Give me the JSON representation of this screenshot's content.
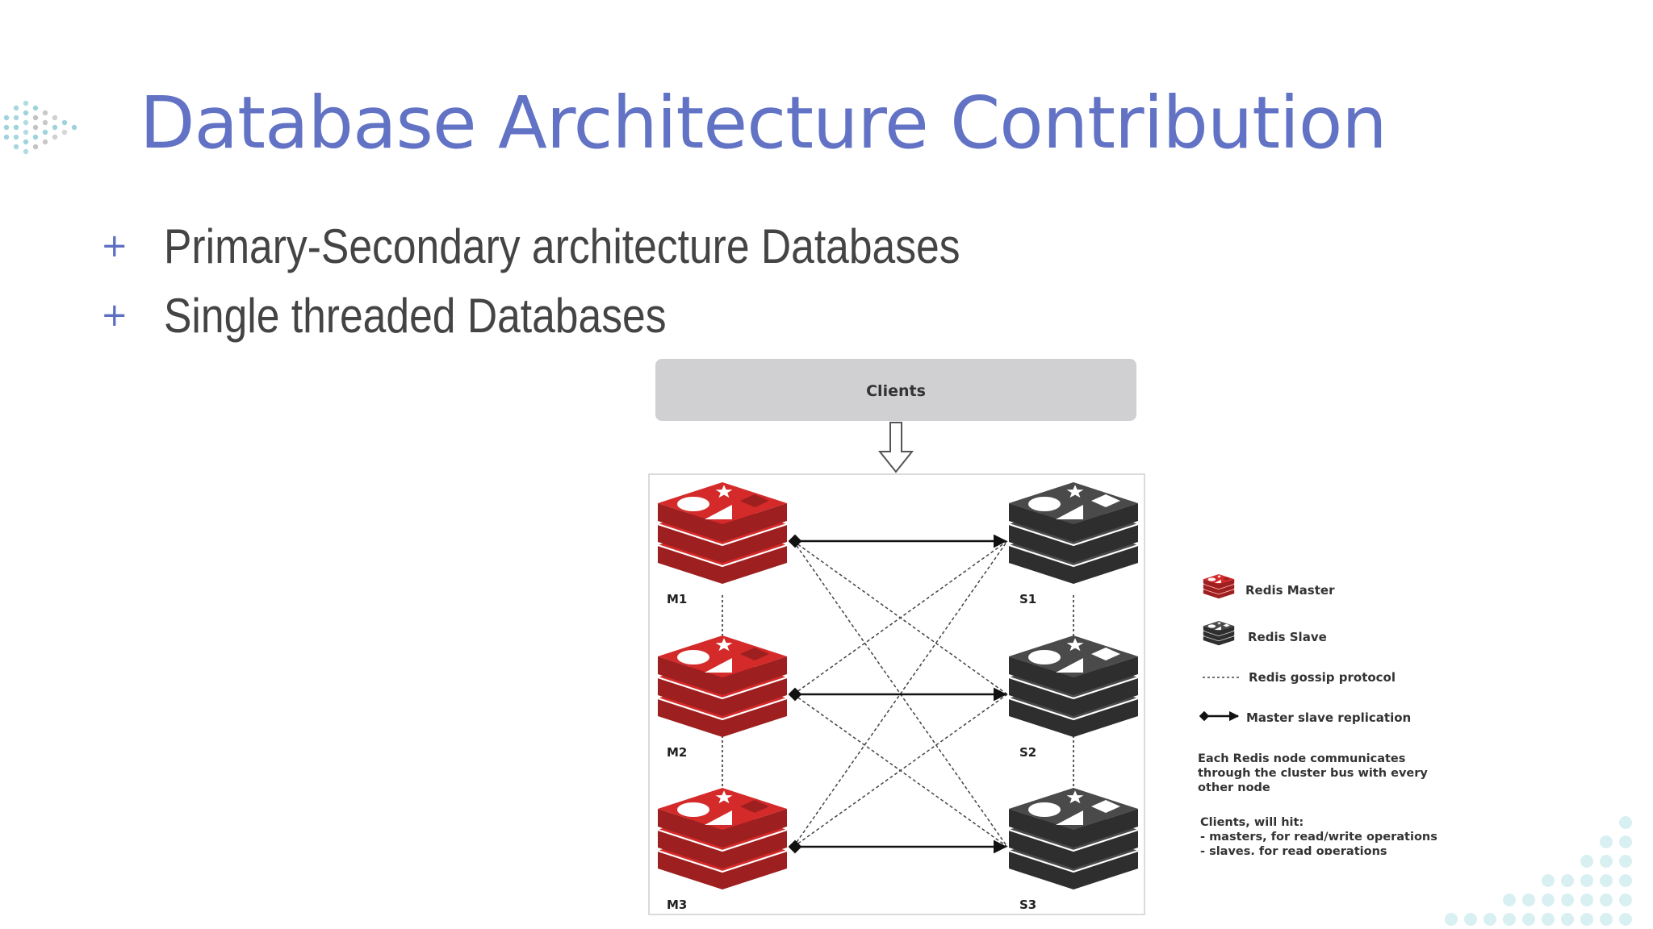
{
  "slide": {
    "title": "Database Architecture Contribution",
    "bullets": [
      {
        "marker": "+",
        "text": "Primary-Secondary architecture Databases"
      },
      {
        "marker": "+",
        "text": "Single threaded Databases"
      }
    ]
  },
  "diagram": {
    "clients_label": "Clients",
    "masters": [
      {
        "id": "m1",
        "label": "M1"
      },
      {
        "id": "m2",
        "label": "M2"
      },
      {
        "id": "m3",
        "label": "M3"
      }
    ],
    "slaves": [
      {
        "id": "s1",
        "label": "S1"
      },
      {
        "id": "s2",
        "label": "S2"
      },
      {
        "id": "s3",
        "label": "S3"
      }
    ],
    "colors": {
      "master": "#d42a2a",
      "master_dark": "#9e1f1f",
      "slave": "#4a4a4a",
      "slave_dark": "#2e2e2e",
      "clients_box": "#d0d0d3",
      "title": "#6272c4",
      "bullet_text": "#444444"
    },
    "legend": {
      "items": [
        {
          "icon": "redis-master-icon",
          "label": "Redis Master"
        },
        {
          "icon": "redis-slave-icon",
          "label": "Redis Slave"
        },
        {
          "icon": "dashed-line-icon",
          "label": "Redis gossip protocol"
        },
        {
          "icon": "double-arrow-icon",
          "label": "Master slave replication"
        }
      ],
      "note1": [
        "Each Redis node communicates",
        "through the cluster bus with every",
        "other node"
      ],
      "note2": [
        "Clients, will hit:",
        "- masters, for read/write operations",
        "- slaves, for read operations"
      ]
    }
  }
}
